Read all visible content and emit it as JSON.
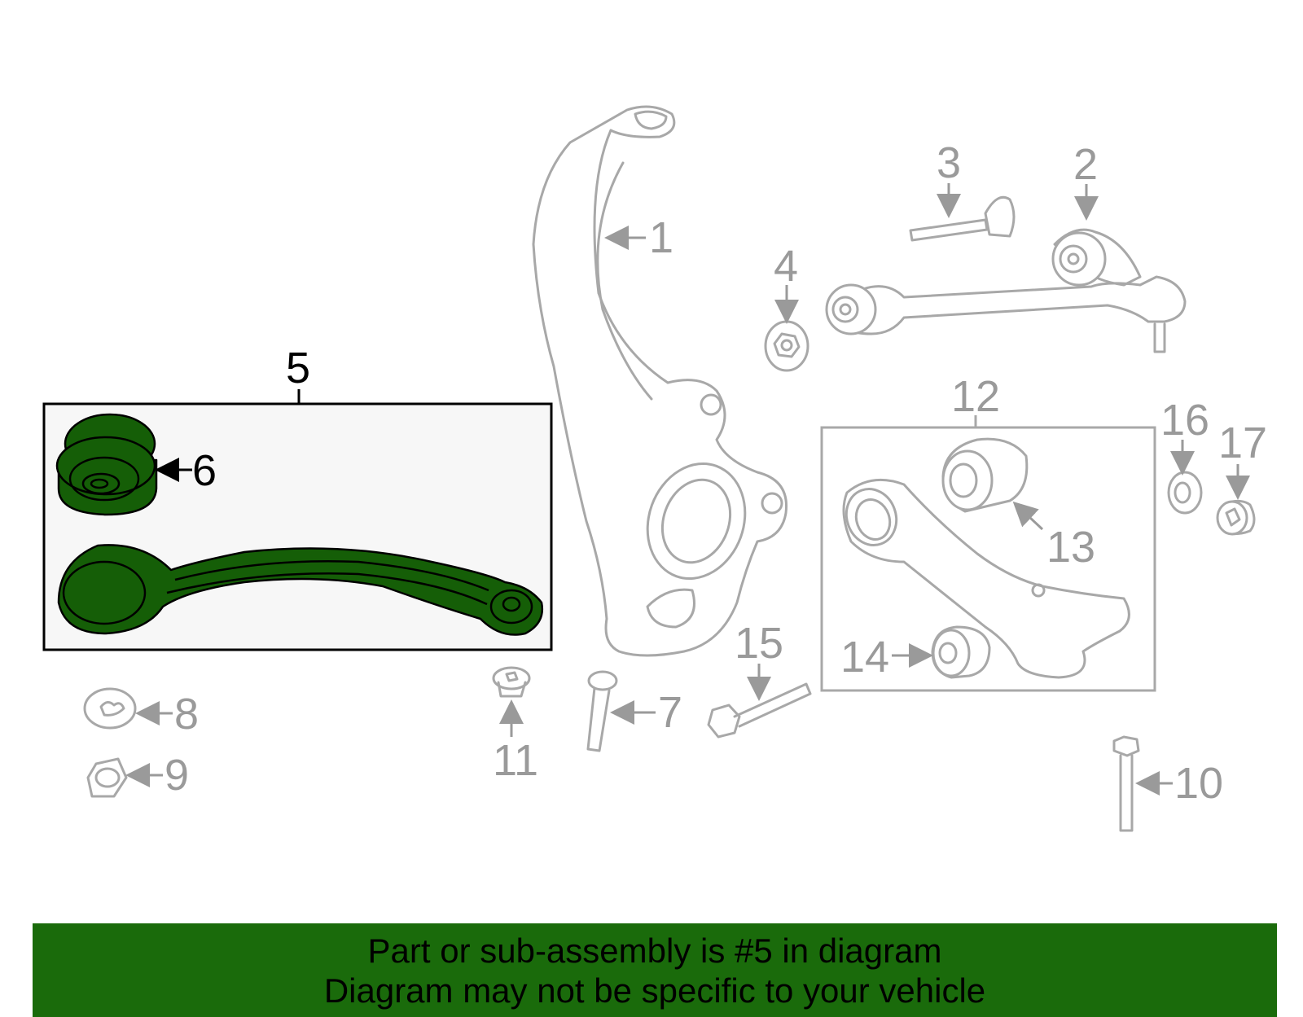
{
  "callouts": {
    "c1": "1",
    "c2": "2",
    "c3": "3",
    "c4": "4",
    "c5": "5",
    "c6": "6",
    "c7": "7",
    "c8": "8",
    "c9": "9",
    "c10": "10",
    "c11": "11",
    "c12": "12",
    "c13": "13",
    "c14": "14",
    "c15": "15",
    "c16": "16",
    "c17": "17"
  },
  "highlighted_part": "5",
  "colors": {
    "highlight": "#155e07",
    "banner": "#1a6b0b",
    "part_outline": "#a8a8a8",
    "callout": "#9a9a9a"
  },
  "banner": {
    "line1": "Part or sub-assembly is #5 in diagram",
    "line2": "Diagram may not be specific to your vehicle"
  }
}
